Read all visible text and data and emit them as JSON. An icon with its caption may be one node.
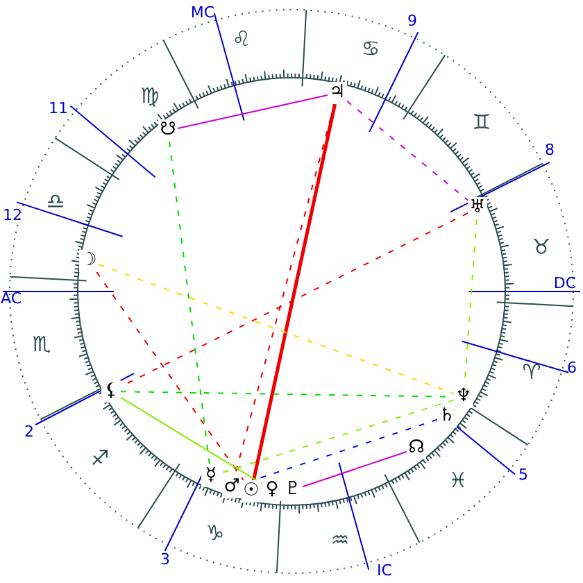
{
  "diagram": {
    "nodes": [
      {
        "text": [
          "♃"
        ]
      },
      {
        "text": [
          "☋"
        ]
      },
      {
        "text": [
          "♅"
        ]
      },
      {
        "text": [
          "☽"
        ]
      },
      {
        "text": [
          "⚸"
        ]
      },
      {
        "text": [
          "♆"
        ]
      },
      {
        "text": [
          "♄"
        ]
      },
      {
        "text": [
          "☊"
        ]
      },
      {
        "text": [
          "☿"
        ]
      },
      {
        "text": [
          "♂"
        ]
      },
      {
        "text": [
          "☉"
        ]
      },
      {
        "text": [
          "♀"
        ]
      },
      {
        "text": [
          "♇"
        ]
      }
    ],
    "edges": [
      {
        "from": 1,
        "to": 0,
        "arrow": "none",
        "color": "#cc00cc"
      },
      {
        "from": 0,
        "to": 10,
        "arrow": "none",
        "style": "thick",
        "color": "#ee0000"
      },
      {
        "from": 0,
        "to": 2,
        "arrow": "none",
        "style": "dashed",
        "color": "#cc00cc"
      },
      {
        "from": 2,
        "to": 4,
        "arrow": "none",
        "style": "dashed",
        "color": "#ee0000"
      },
      {
        "from": 0,
        "to": 9,
        "arrow": "none",
        "style": "dashed",
        "color": "#ee0000"
      },
      {
        "from": 3,
        "to": 10,
        "arrow": "none",
        "style": "dashed",
        "color": "#ee0000"
      },
      {
        "from": 3,
        "to": 5,
        "arrow": "none",
        "style": "dashed",
        "color": "#e8e000"
      },
      {
        "from": 1,
        "to": 8,
        "arrow": "none",
        "style": "dashed",
        "color": "#00dd00"
      },
      {
        "from": 4,
        "to": 5,
        "arrow": "none",
        "style": "dashed",
        "color": "#00dd00"
      },
      {
        "from": 2,
        "to": 5,
        "arrow": "none",
        "style": "dashed",
        "color": "#88ee00"
      },
      {
        "from": 4,
        "to": 11,
        "arrow": "none",
        "color": "#88ee00"
      },
      {
        "from": 5,
        "to": 8,
        "arrow": "none",
        "style": "dashed",
        "color": "#88ee00"
      },
      {
        "from": 6,
        "to": 9,
        "arrow": "none",
        "style": "dashed",
        "color": "#0000dd"
      },
      {
        "from": 7,
        "to": 12,
        "arrow": "none",
        "color": "#cc00cc"
      }
    ],
    "labels": [
      "MC",
      "9",
      "8",
      "DC",
      "6",
      "5",
      "IC",
      "3",
      "2",
      "AC",
      "12",
      "11",
      "♌",
      "♍",
      "♎",
      "♏",
      "♐",
      "♑",
      "♒",
      "♓",
      "♈",
      "♉",
      "♊",
      "♋"
    ]
  }
}
